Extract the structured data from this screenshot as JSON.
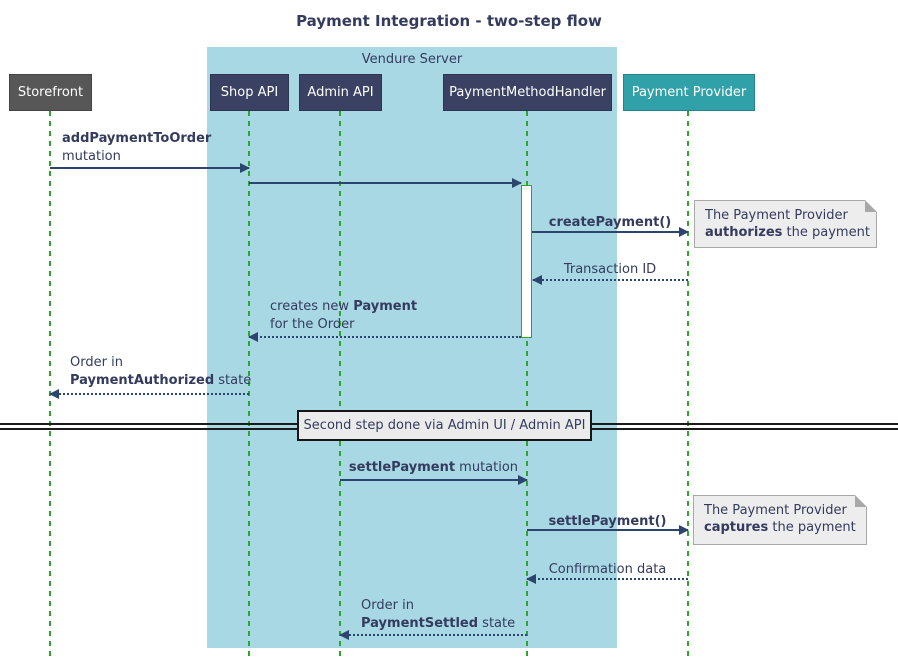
{
  "title": "Payment Integration - two-step flow",
  "container": {
    "label": "Vendure Server"
  },
  "participants": {
    "storefront": "Storefront",
    "shop_api": "Shop API",
    "admin_api": "Admin API",
    "handler": "PaymentMethodHandler",
    "provider": "Payment Provider"
  },
  "messages": {
    "add_payment": {
      "bold": "addPaymentToOrder",
      "line2": "mutation"
    },
    "create_payment": {
      "bold": "createPayment()"
    },
    "transaction_id": {
      "text": "Transaction ID"
    },
    "creates_payment": {
      "pre": "creates new ",
      "bold": "Payment",
      "line2": "for the Order"
    },
    "order_authorized": {
      "line1": "Order in",
      "bold": "PaymentAuthorized",
      "post": " state"
    },
    "settle_mutation": {
      "bold": "settlePayment",
      "post": " mutation"
    },
    "settle_call": {
      "bold": "settlePayment()"
    },
    "confirmation": {
      "text": "Confirmation data"
    },
    "order_settled": {
      "line1": "Order in",
      "bold": "PaymentSettled",
      "post": " state"
    }
  },
  "notes": {
    "authorize": {
      "line1": "The Payment Provider",
      "bold": "authorizes",
      "post": " the payment"
    },
    "capture": {
      "line1": "The Payment Provider",
      "bold": "captures",
      "post": " the payment"
    }
  },
  "divider": {
    "label": "Second step done via Admin UI / Admin API"
  },
  "colors": {
    "container_fill": "#a8d8e4",
    "participant_fill": "#3a4163",
    "participant_border": "#2e3450",
    "provider_fill": "#31a1a9",
    "provider_border": "#27838a",
    "storefront_fill": "#575757",
    "storefront_border": "#454545",
    "text_navy": "#343b5e",
    "arrow": "#2c456e",
    "lifeline": "#2fa42f",
    "note_fill": "#ededed",
    "note_border": "#a8a8a8",
    "divider_fill": "#ebebeb",
    "divider_border": "#161616",
    "divider_line": "#1b1b1b"
  }
}
